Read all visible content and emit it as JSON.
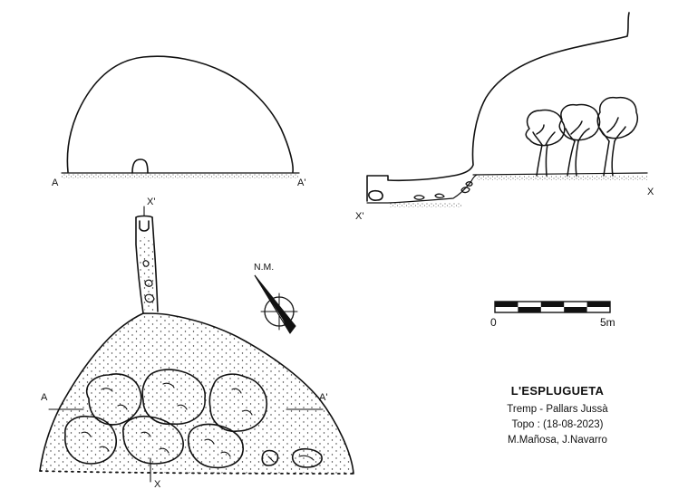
{
  "title": "L'ESPLUGUETA",
  "location": "Tremp - Pallars Jussà",
  "survey": "Topo : (18-08-2023)",
  "authors": "M.Mañosa, J.Navarro",
  "north_label": "N.M.",
  "scale": {
    "start_label": "0",
    "end_label": "5m",
    "segments": 5
  },
  "section_labels": {
    "cross_left": "A",
    "cross_right": "A'",
    "long_start": "X'",
    "long_end": "X"
  },
  "plan_labels": {
    "a_left": "A",
    "a_right": "A'",
    "x_top": "X'",
    "x_bottom": "X"
  },
  "colors": {
    "ink": "#111111",
    "background": "#ffffff"
  }
}
